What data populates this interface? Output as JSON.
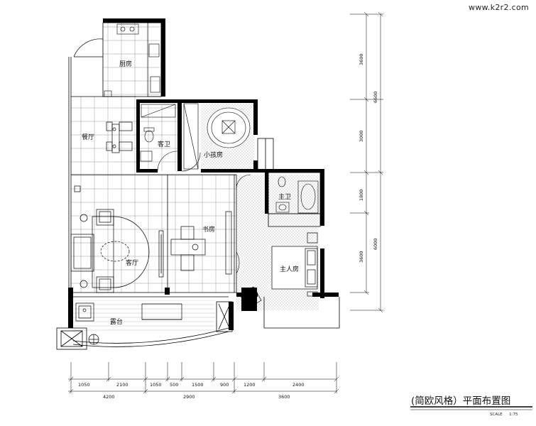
{
  "watermark": "www.k2r2.com",
  "title": "(简欧风格）平面布置图",
  "scale_label": "SCALE",
  "scale_value": "1:75",
  "rooms": {
    "kitchen": "厨房",
    "dining": "餐厅",
    "guest_bath": "客卫",
    "kids_room": "小孩房",
    "master_bath": "主卫",
    "study": "书房",
    "living": "客厅",
    "master_bedroom": "主人房",
    "terrace": "露台"
  },
  "bottom_dims_row1": [
    "1050",
    "2100",
    "1050",
    "500",
    "1500",
    "900",
    "1200",
    "2400"
  ],
  "bottom_dims_row2": [
    "4200",
    "2900",
    "3600"
  ],
  "right_dims_inner": [
    "3600",
    "3000",
    "1800",
    "3600"
  ],
  "right_dims_outer": [
    "6600",
    "6000"
  ]
}
